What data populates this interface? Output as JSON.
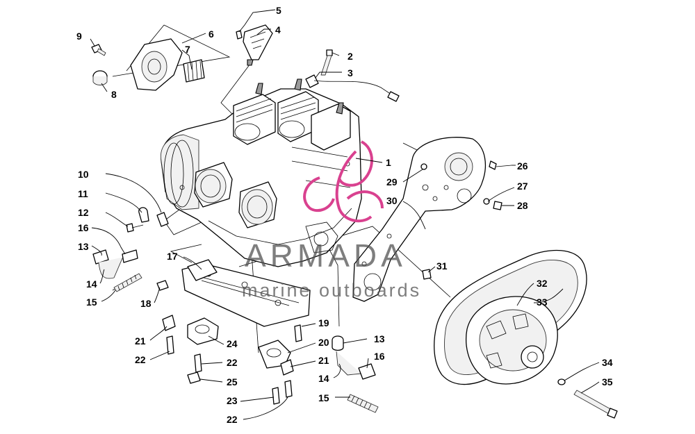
{
  "watermark": {
    "brand": "ARMADA",
    "tagline": "marine outboards",
    "logo_color": "#d9418f",
    "text_color": "#4d4d4d"
  },
  "callouts": [
    {
      "id": "c1",
      "label": "1"
    },
    {
      "id": "c2",
      "label": "2"
    },
    {
      "id": "c3",
      "label": "3"
    },
    {
      "id": "c4",
      "label": "4"
    },
    {
      "id": "c5",
      "label": "5"
    },
    {
      "id": "c6",
      "label": "6"
    },
    {
      "id": "c7",
      "label": "7"
    },
    {
      "id": "c8",
      "label": "8"
    },
    {
      "id": "c9",
      "label": "9"
    },
    {
      "id": "c10",
      "label": "10"
    },
    {
      "id": "c11",
      "label": "11"
    },
    {
      "id": "c12",
      "label": "12"
    },
    {
      "id": "c13a",
      "label": "13"
    },
    {
      "id": "c13b",
      "label": "13"
    },
    {
      "id": "c14a",
      "label": "14"
    },
    {
      "id": "c14b",
      "label": "14"
    },
    {
      "id": "c15a",
      "label": "15"
    },
    {
      "id": "c15b",
      "label": "15"
    },
    {
      "id": "c16a",
      "label": "16"
    },
    {
      "id": "c16b",
      "label": "16"
    },
    {
      "id": "c17",
      "label": "17"
    },
    {
      "id": "c18",
      "label": "18"
    },
    {
      "id": "c19",
      "label": "19"
    },
    {
      "id": "c20",
      "label": "20"
    },
    {
      "id": "c21a",
      "label": "21"
    },
    {
      "id": "c21b",
      "label": "21"
    },
    {
      "id": "c22a",
      "label": "22"
    },
    {
      "id": "c22b",
      "label": "22"
    },
    {
      "id": "c22c",
      "label": "22"
    },
    {
      "id": "c23",
      "label": "23"
    },
    {
      "id": "c24",
      "label": "24"
    },
    {
      "id": "c25",
      "label": "25"
    },
    {
      "id": "c26",
      "label": "26"
    },
    {
      "id": "c27",
      "label": "27"
    },
    {
      "id": "c28",
      "label": "28"
    },
    {
      "id": "c29",
      "label": "29"
    },
    {
      "id": "c30",
      "label": "30"
    },
    {
      "id": "c31",
      "label": "31"
    },
    {
      "id": "c32",
      "label": "32"
    },
    {
      "id": "c33",
      "label": "33"
    },
    {
      "id": "c34",
      "label": "34"
    },
    {
      "id": "c35",
      "label": "35"
    }
  ]
}
